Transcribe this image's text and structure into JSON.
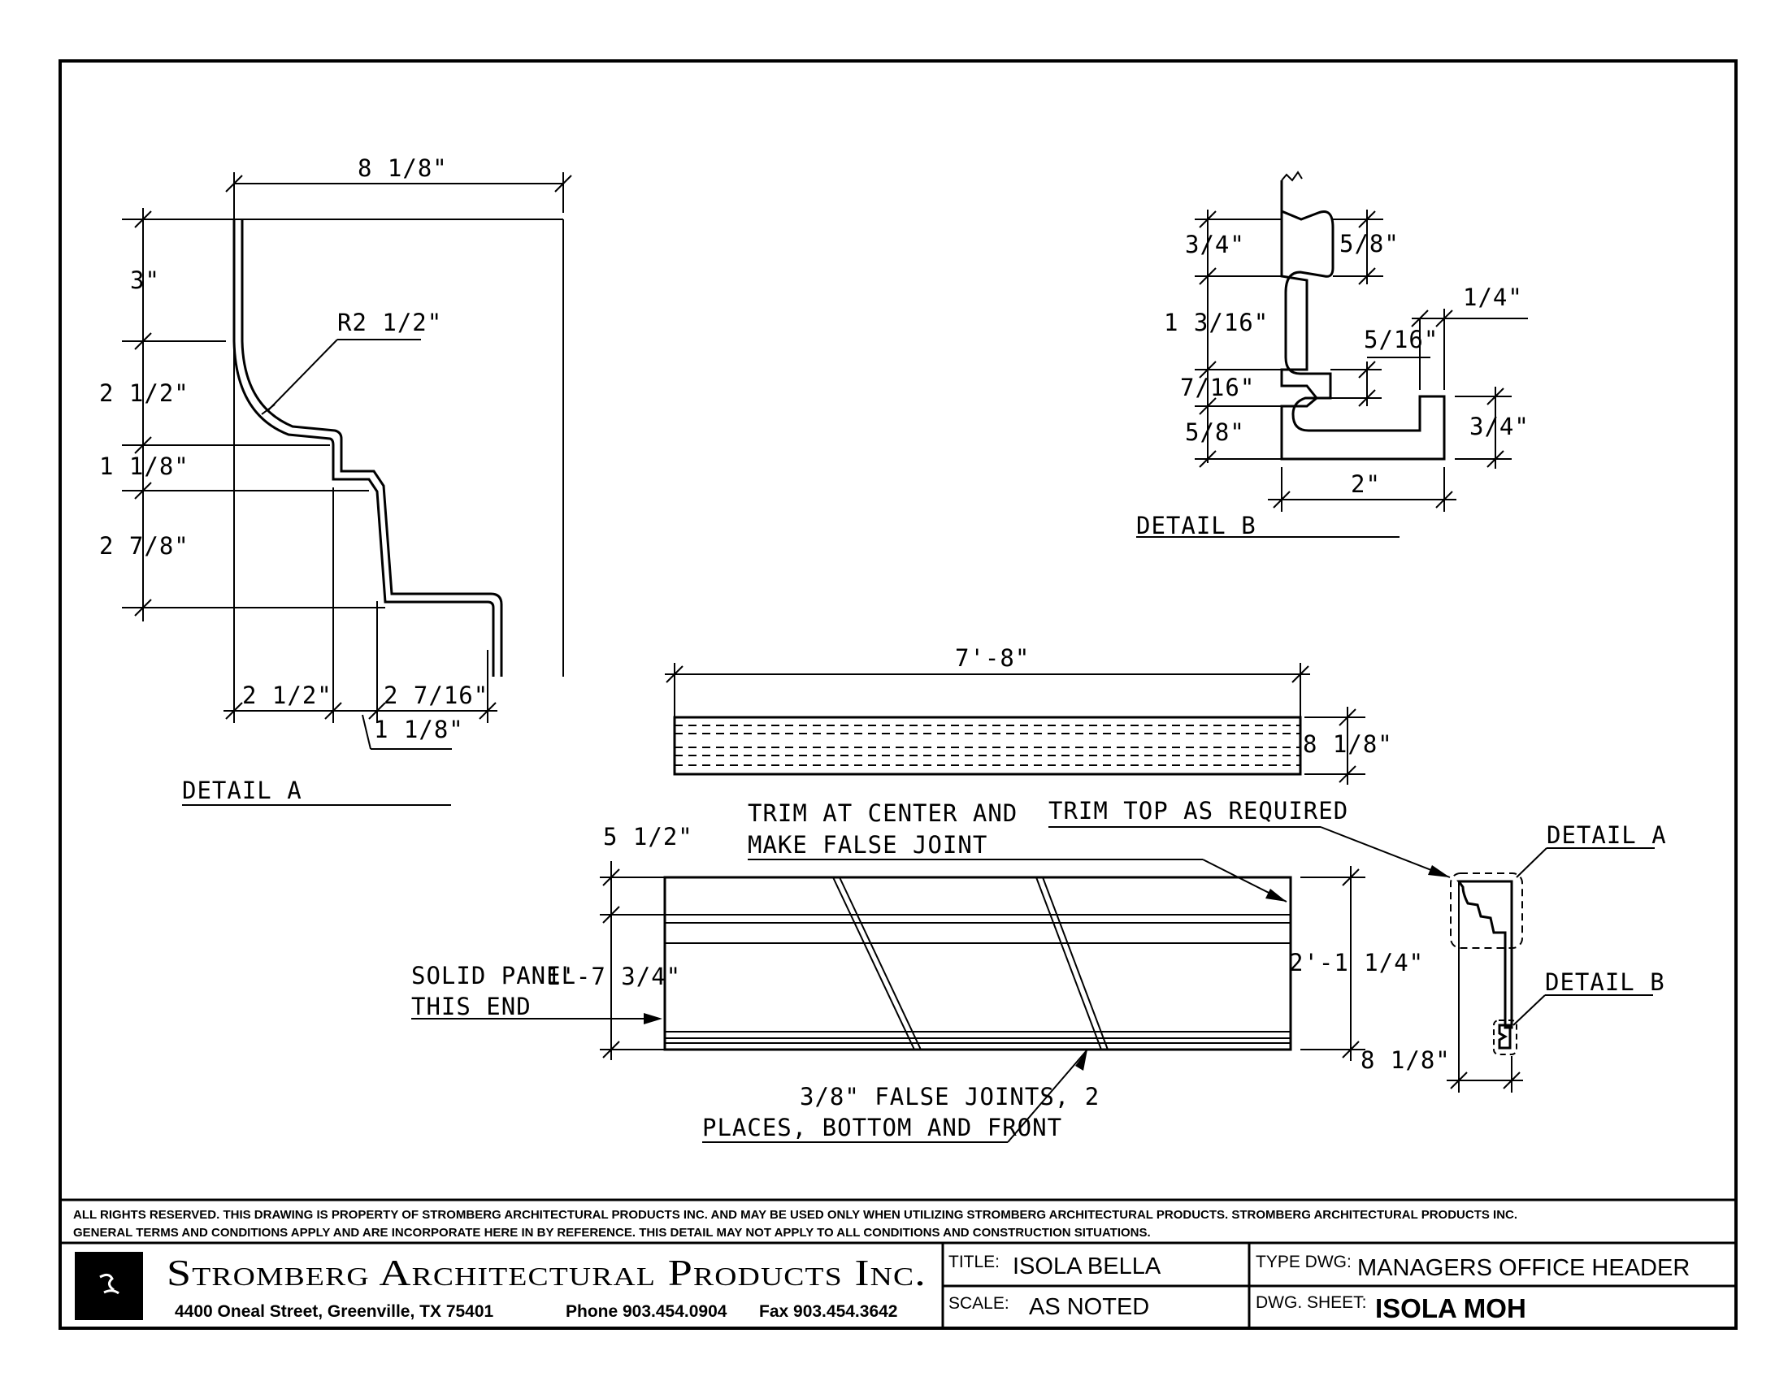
{
  "detail_a": {
    "width_top": "8 1/8\"",
    "left_dims": [
      "3\"",
      "2 1/2\"",
      "1 1/8\"",
      "2 7/8\""
    ],
    "radius": "R2 1/2\"",
    "bottom_dims": [
      "2 1/2\"",
      "2 7/16\"",
      "1 1/8\""
    ],
    "caption": "DETAIL  A"
  },
  "detail_b": {
    "left_dims": [
      "3/4\"",
      "1 3/16\"",
      "7/16\"",
      "5/8\""
    ],
    "right_dims": [
      "5/8\"",
      "1/4\"",
      "5/16\"",
      "3/4\""
    ],
    "bottom_dim": "2\"",
    "caption": "DETAIL  B"
  },
  "plan": {
    "length": "7'-8\"",
    "depth": "8 1/8\""
  },
  "elevation": {
    "left_top_dim": "5 1/2\"",
    "left_height": "1'-7 3/4\"",
    "right_height": "2'-1 1/4\"",
    "notes": {
      "trim_center_1": "TRIM  AT  CENTER  AND",
      "trim_center_2": "MAKE  FALSE  JOINT",
      "trim_top": "TRIM  TOP  AS  REQUIRED",
      "solid_panel_1": "SOLID  PANEL",
      "solid_panel_2": "THIS  END",
      "false_joints_1": "3/8\"  FALSE  JOINTS,  2",
      "false_joints_2": "PLACES,  BOTTOM  AND  FRONT"
    }
  },
  "section": {
    "detail_a_ref": "DETAIL  A",
    "detail_b_ref": "DETAIL  B",
    "width": "8 1/8\""
  },
  "title_block": {
    "disclaimer_1": "ALL RIGHTS RESERVED. THIS DRAWING IS PROPERTY OF STROMBERG ARCHITECTURAL PRODUCTS INC. AND MAY BE USED ONLY WHEN UTILIZING STROMBERG ARCHITECTURAL PRODUCTS.  STROMBERG ARCHITECTURAL PRODUCTS INC.",
    "disclaimer_2": "GENERAL TERMS AND CONDITIONS APPLY AND ARE INCORPORATE HERE IN BY REFERENCE.  THIS DETAIL MAY NOT APPLY TO ALL CONDITIONS AND CONSTRUCTION SITUATIONS.",
    "company": "Stromberg Architectural Products Inc.",
    "address": "4400 Oneal Street, Greenville, TX  75401",
    "phone": "Phone 903.454.0904",
    "fax": "Fax 903.454.3642",
    "title_label": "TITLE:",
    "title_value": "ISOLA BELLA",
    "scale_label": "SCALE:",
    "scale_value": "AS NOTED",
    "type_label": "TYPE DWG:",
    "type_value": "MANAGERS OFFICE HEADER",
    "sheet_label": "DWG. SHEET:",
    "sheet_value": "ISOLA MOH"
  }
}
